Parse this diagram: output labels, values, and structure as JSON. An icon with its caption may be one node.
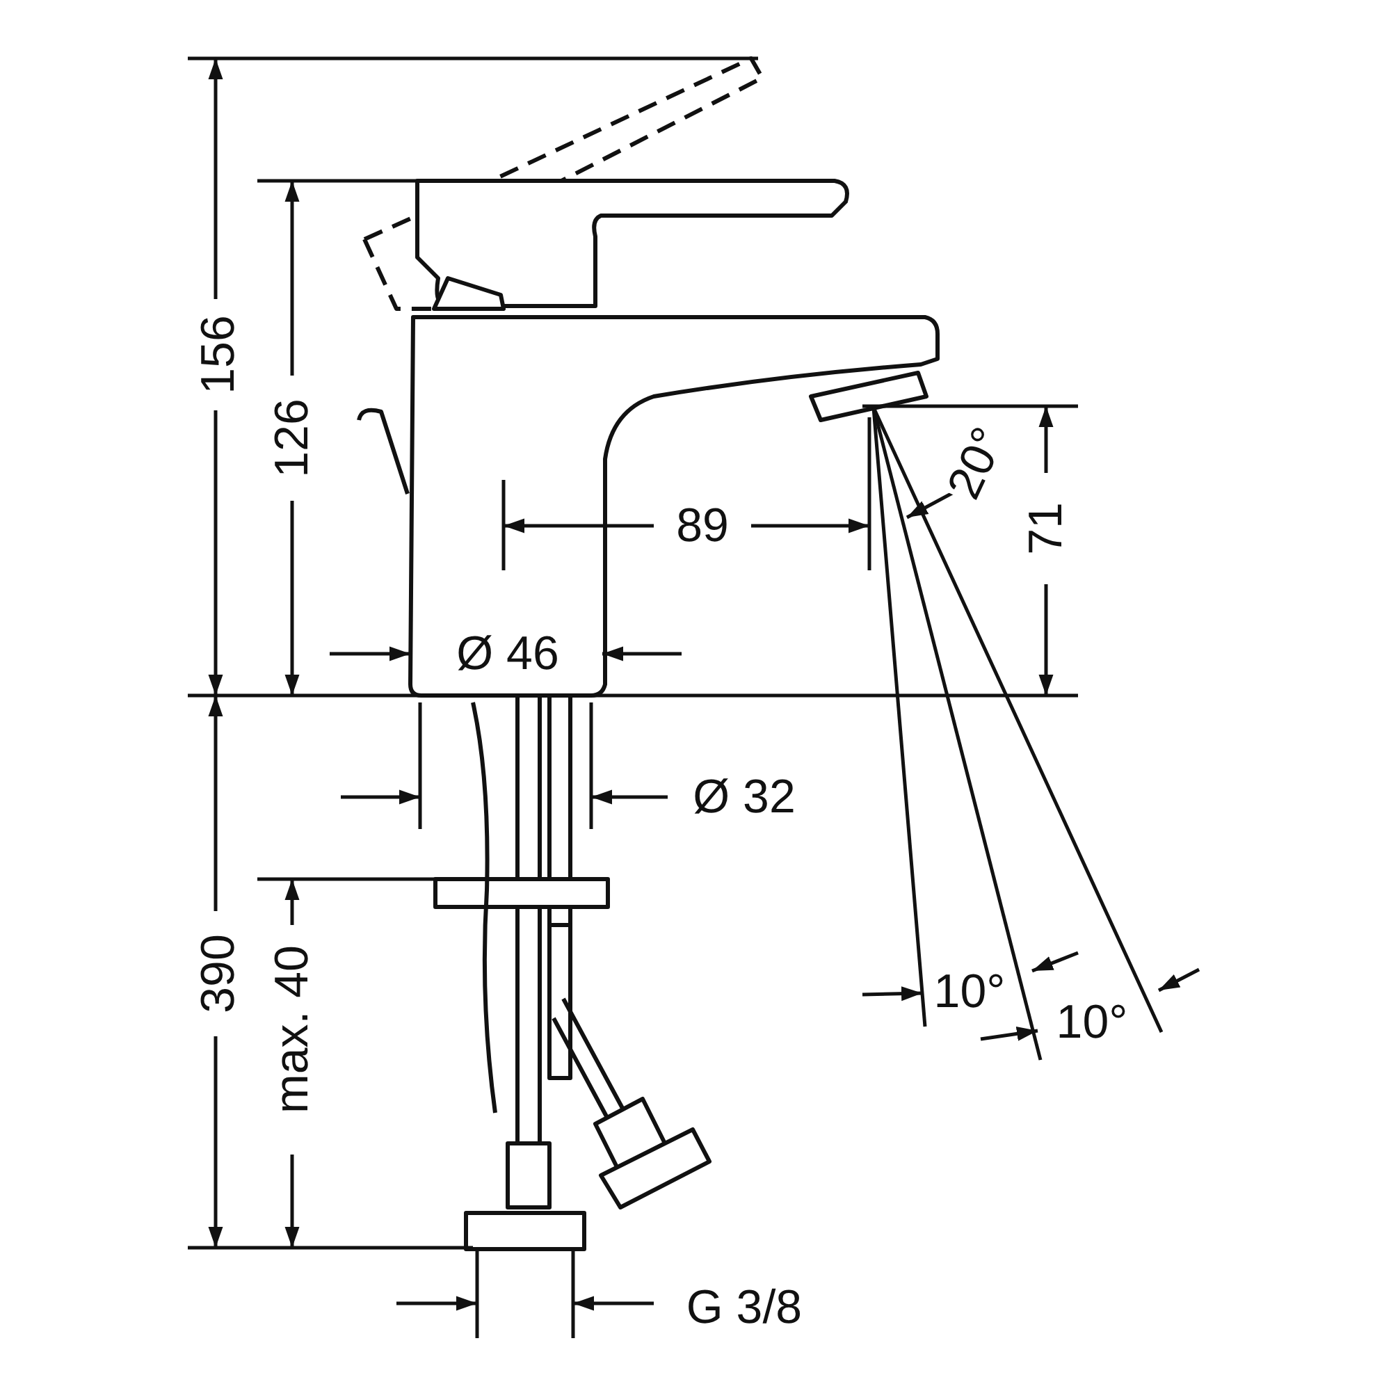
{
  "diagram": {
    "labels": [
      "156",
      "126",
      "20°",
      "89",
      "71",
      "Ø 46",
      "Ø 32",
      "390",
      "max. 40",
      "10°",
      "10°",
      "G 3/8"
    ]
  }
}
